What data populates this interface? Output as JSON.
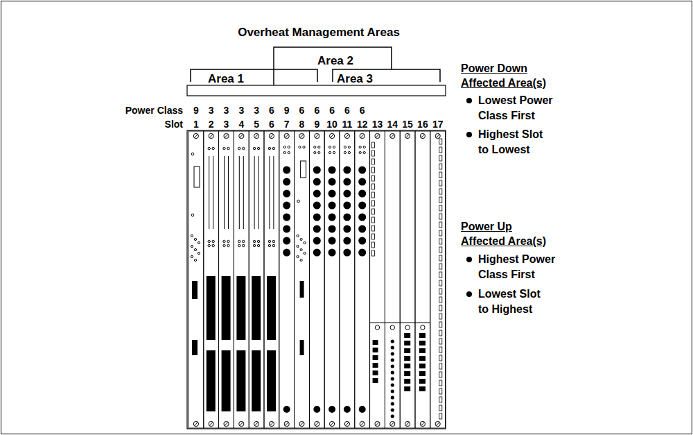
{
  "diagram": {
    "title": "Overheat Management Areas",
    "labels": [
      "Area 1",
      "Area 2",
      "Area 3",
      "Power Class",
      "Slot",
      "9",
      "3",
      "3",
      "3",
      "3",
      "6",
      "9",
      "6",
      "6",
      "6",
      "6",
      "6",
      "1",
      "2",
      "3",
      "4",
      "5",
      "6",
      "7",
      "8",
      "9",
      "10",
      "11",
      "12",
      "13",
      "14",
      "15",
      "16",
      "17",
      "Power Down Affected Area(s)",
      "Lowest Power Class First",
      "Highest Slot to Lowest",
      "Power Up Affected Area(s)",
      "Highest Power Class First",
      "Lowest Slot to Highest"
    ]
  }
}
